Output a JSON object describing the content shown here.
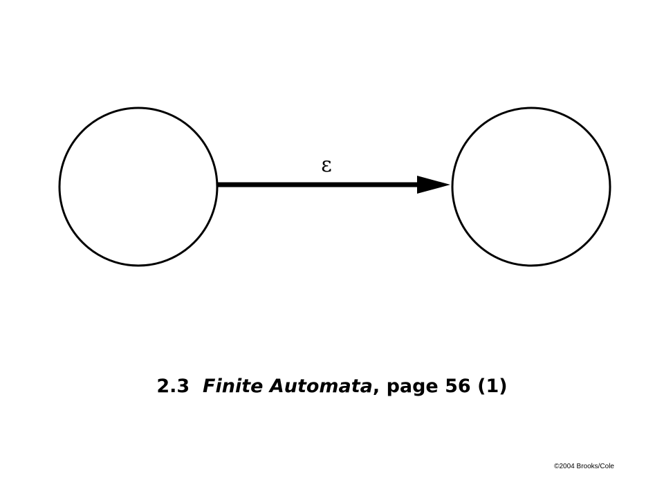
{
  "diagram": {
    "states": [
      {
        "id": "left-state"
      },
      {
        "id": "right-state"
      }
    ],
    "transition": {
      "from": "left-state",
      "to": "right-state",
      "label": "ε"
    },
    "colors": {
      "stroke": "#000000",
      "background": "#ffffff"
    }
  },
  "caption": {
    "section": "2.3",
    "title": "Finite Automata",
    "page_text": ", page 56 (1)"
  },
  "footer": {
    "copyright": "©2004 Brooks/Cole"
  }
}
